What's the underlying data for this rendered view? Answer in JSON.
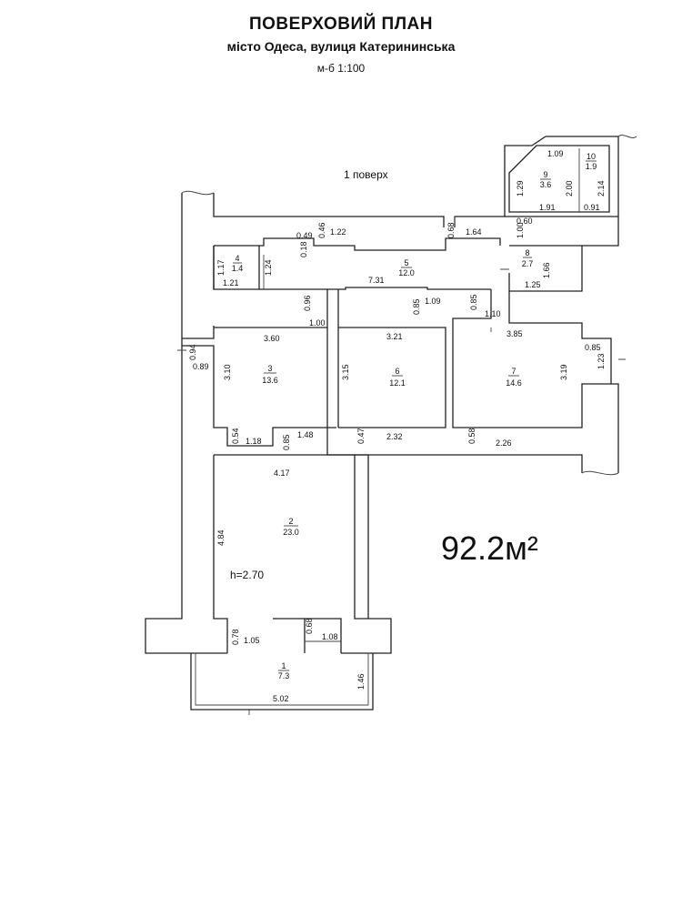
{
  "plan": {
    "title": "ПОВЕРХОВИЙ ПЛАН",
    "address": "місто Одеса, вулиця Катерининська",
    "scale": "м-б 1:100",
    "floor_label": "1 поверх",
    "total_area": "92.2м²",
    "ceiling_height": "h=2.70"
  },
  "rooms": [
    {
      "number": "1",
      "area": "7.3"
    },
    {
      "number": "2",
      "area": "23.0"
    },
    {
      "number": "3",
      "area": "13.6"
    },
    {
      "number": "4",
      "area": "1.4"
    },
    {
      "number": "5",
      "area": "12.0"
    },
    {
      "number": "6",
      "area": "12.1"
    },
    {
      "number": "7",
      "area": "14.6"
    },
    {
      "number": "8",
      "area": "2.7"
    },
    {
      "number": "9",
      "area": "3.6"
    },
    {
      "number": "10",
      "area": "1.9"
    }
  ],
  "dimensions": [
    "1.09",
    "1.29",
    "2.00",
    "2.14",
    "1.91",
    "0.91",
    "0.60",
    "1.00",
    "1.64",
    "0.68",
    "0.49",
    "0.46",
    "1.22",
    "0.18",
    "1.17",
    "1.24",
    "1.21",
    "7.31",
    "1.66",
    "1.25",
    "0.96",
    "1.00",
    "0.85",
    "1.09",
    "0.85",
    "1.10",
    "3.60",
    "3.21",
    "3.85",
    "0.85",
    "0.94",
    "0.89",
    "3.10",
    "3.15",
    "3.19",
    "1.23",
    "0.54",
    "1.18",
    "0.85",
    "1.48",
    "0.47",
    "2.32",
    "0.58",
    "2.26",
    "4.17",
    "4.84",
    "0.78",
    "1.05",
    "0.68",
    "1.08",
    "1.46",
    "5.02"
  ]
}
